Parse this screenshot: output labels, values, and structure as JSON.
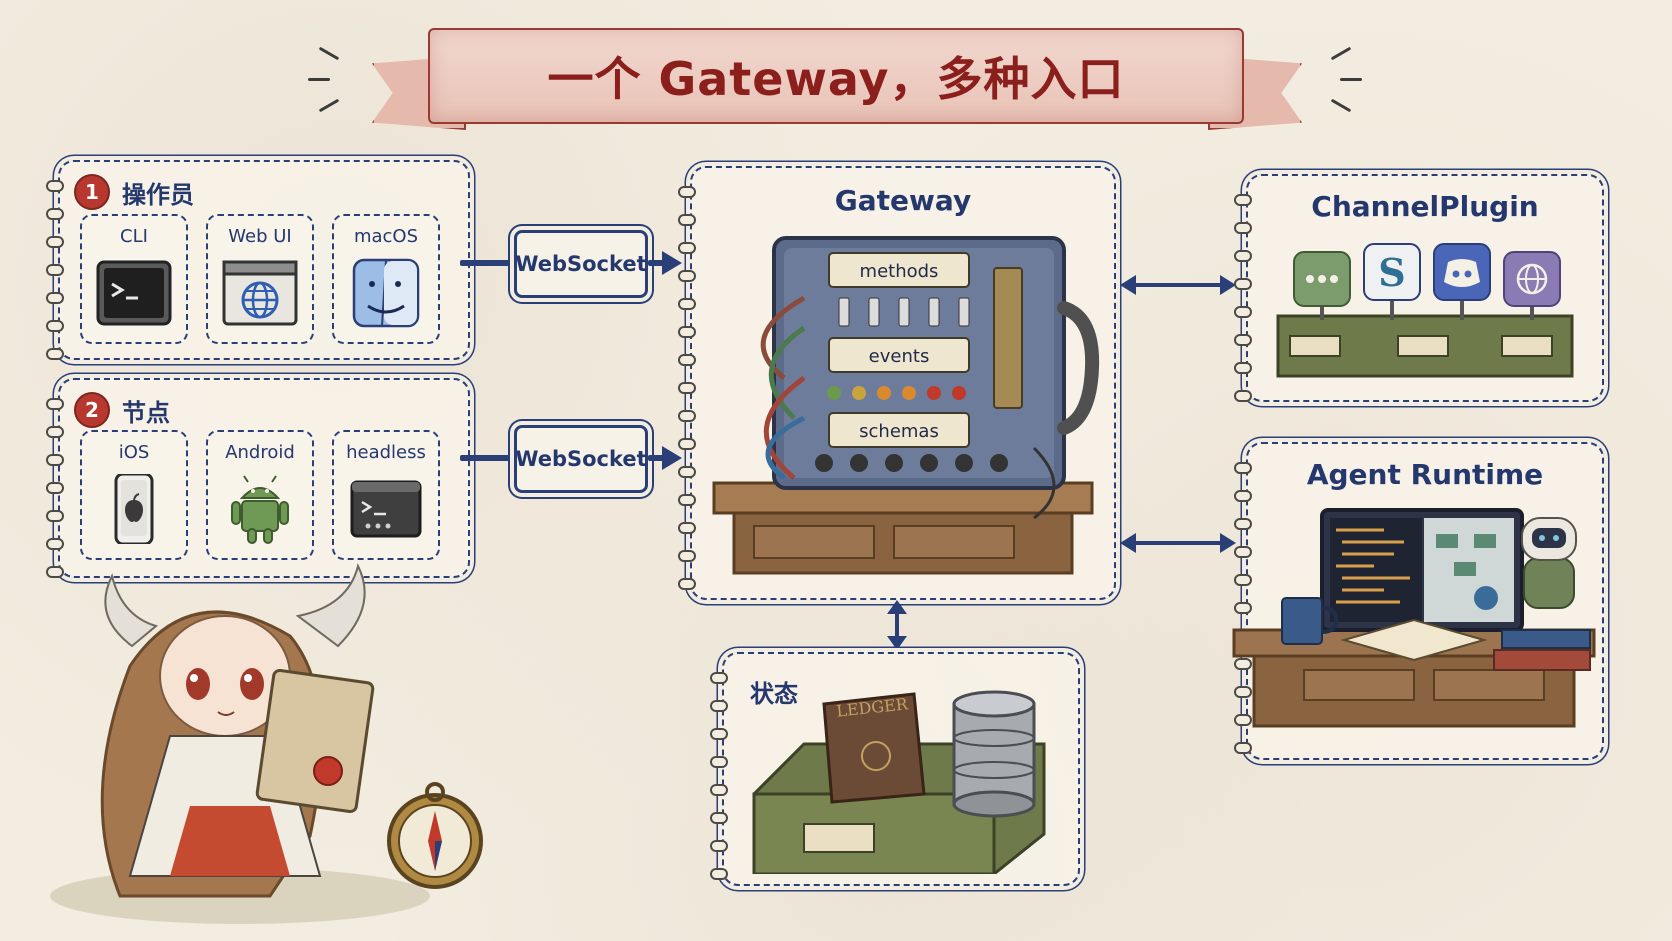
{
  "title": "一个 Gateway，多种入口",
  "operators": {
    "badge": "1",
    "title": "操作员",
    "items": [
      {
        "label": "CLI",
        "icon": "terminal-icon"
      },
      {
        "label": "Web UI",
        "icon": "globe-browser-icon"
      },
      {
        "label": "macOS",
        "icon": "finder-icon"
      }
    ]
  },
  "nodes": {
    "badge": "2",
    "title": "节点",
    "items": [
      {
        "label": "iOS",
        "icon": "iphone-icon"
      },
      {
        "label": "Android",
        "icon": "android-robot-icon"
      },
      {
        "label": "headless",
        "icon": "terminal-window-icon"
      }
    ]
  },
  "links": {
    "operators_link": "WebSocket",
    "nodes_link": "WebSocket"
  },
  "gateway": {
    "title": "Gateway",
    "labels": [
      "methods",
      "events",
      "schemas"
    ]
  },
  "channel_plugin": {
    "title": "ChannelPlugin",
    "icons": [
      "chat-bubble-icon",
      "slack-s-icon",
      "discord-icon",
      "web-globe-icon"
    ]
  },
  "agent_runtime": {
    "title": "Agent Runtime"
  },
  "state": {
    "title": "状态",
    "book_label": "LEDGER"
  },
  "colors": {
    "ink": "#24386e",
    "banner_red": "#8a1f1c",
    "badge_red": "#b8382f",
    "paper": "#f3ede1"
  }
}
